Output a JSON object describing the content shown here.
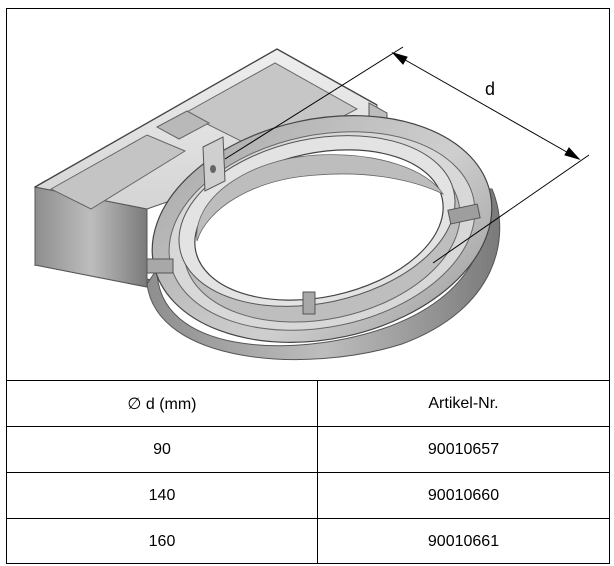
{
  "figure": {
    "dimension_label": "d"
  },
  "table": {
    "headers": [
      "∅ d (mm)",
      "Artikel-Nr."
    ],
    "rows": [
      [
        "90",
        "90010657"
      ],
      [
        "140",
        "90010660"
      ],
      [
        "160",
        "90010661"
      ]
    ]
  }
}
